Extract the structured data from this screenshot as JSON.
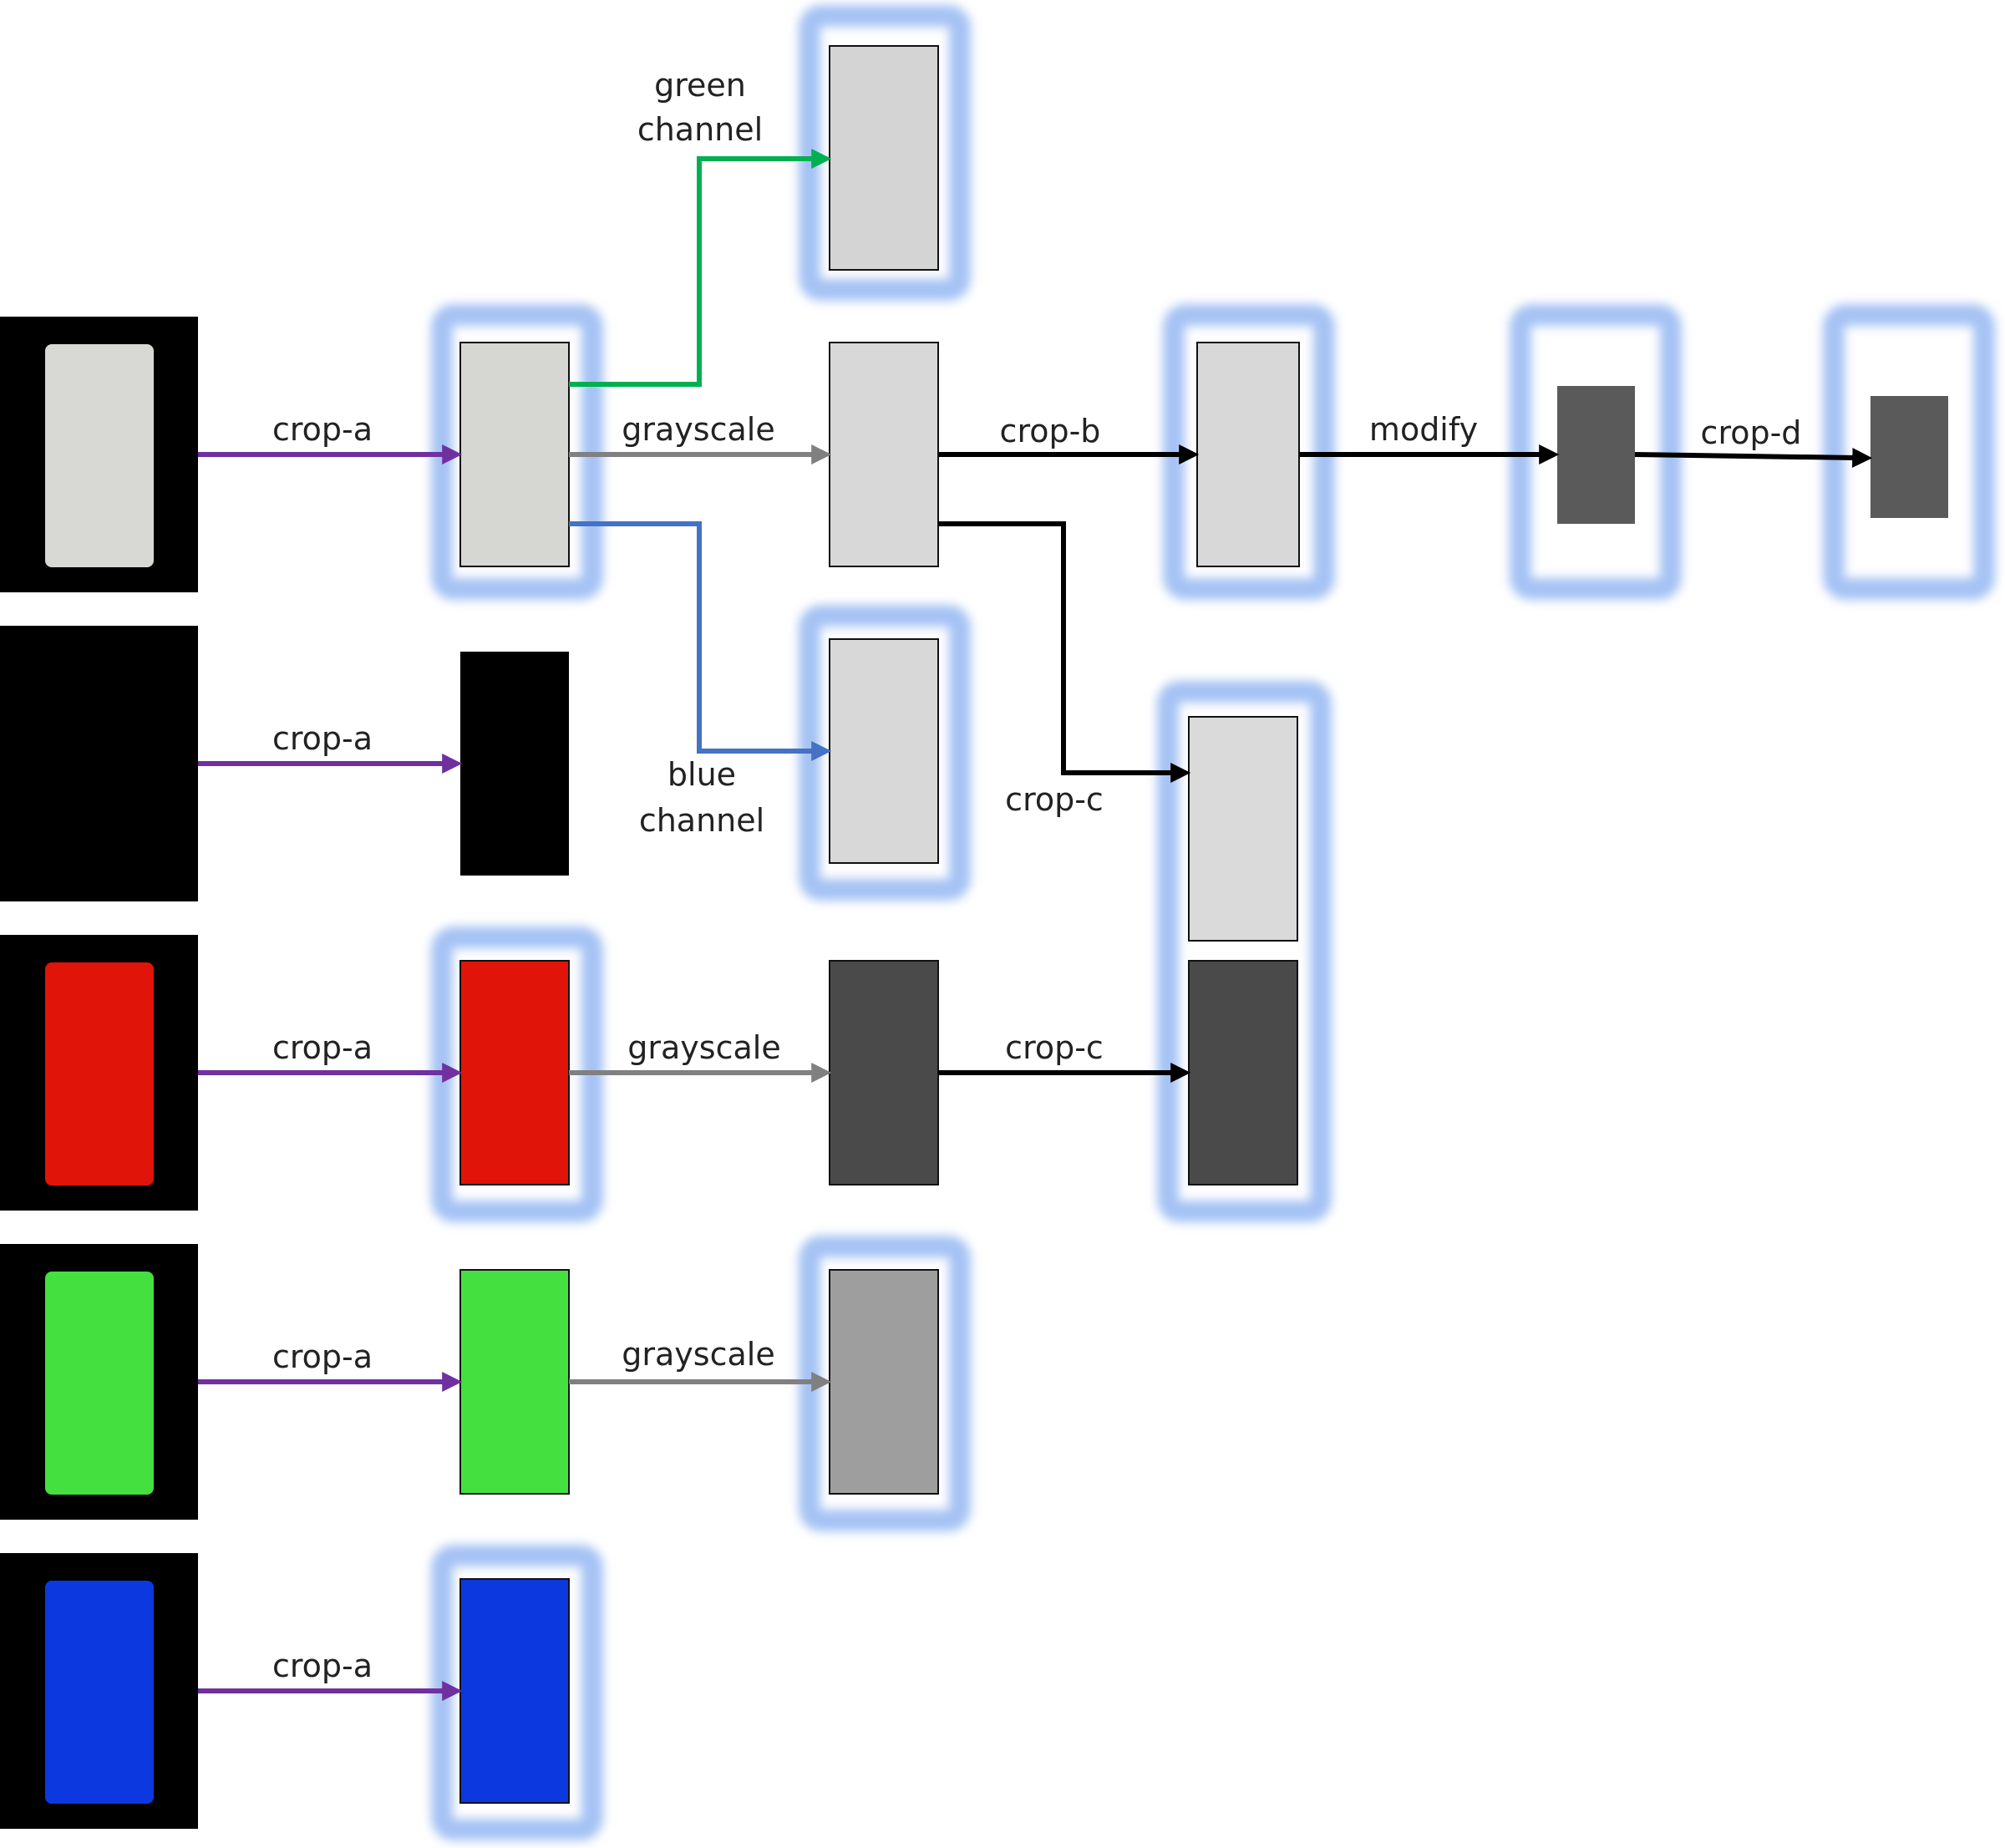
{
  "labels": {
    "crop_a": "crop-a",
    "grayscale": "grayscale",
    "crop_b": "crop-b",
    "crop_c": "crop-c",
    "crop_d": "crop-d",
    "modify": "modify",
    "green": "green",
    "blue": "blue",
    "channel": "channel"
  },
  "colors": {
    "crop_a_arrow": "#7030a0",
    "grayscale_arrow": "#808080",
    "green_channel_arrow": "#00b050",
    "blue_channel_arrow": "#4472c4",
    "black_arrow": "#000000",
    "highlight_glow": "#a4c2f4"
  },
  "images": {
    "source_white": {
      "icon": "white-phone-screen",
      "fill": "#d8d8d4"
    },
    "source_black": {
      "icon": "black-phone-screen",
      "fill": "#000000"
    },
    "source_red": {
      "icon": "red-phone-screen",
      "fill": "#e01408"
    },
    "source_green": {
      "icon": "green-phone-screen",
      "fill": "#44e040"
    },
    "source_blue": {
      "icon": "blue-phone-screen",
      "fill": "#0c38e0"
    },
    "gray_light": "#d6d6d6",
    "gray_dark": "#4a4a4a",
    "gray_mid": "#9e9e9e",
    "gray_small": "#5a5a5a"
  }
}
